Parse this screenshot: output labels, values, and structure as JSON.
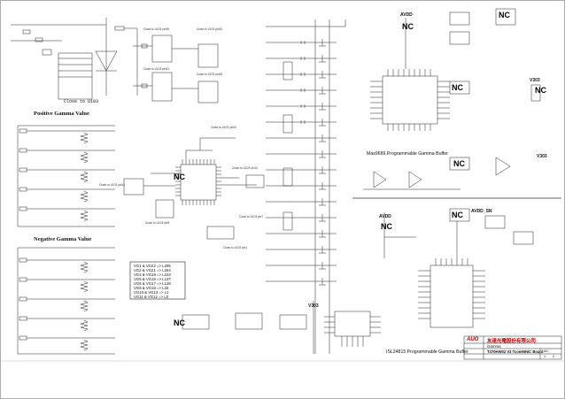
{
  "titles": {
    "positive_gamma": "Positive Gamma Value",
    "negative_gamma": "Negative Gamma Value",
    "max_buffer": "Max9689 Programmable Gamma Buffer",
    "isl_buffer": "ISL24815 Programmable Gamma Buffer"
  },
  "notes": {
    "close_u103_a": "Close  to  U103",
    "close_pin36": "Close  to  U103  pin36",
    "close_pin33": "Close  to  U103  pin33",
    "close_pin31": "Close  to  U103  pin31",
    "close_pin28": "Close  to  U103  pin28",
    "close_pin20": "Close  to  U103  pin20",
    "close_pin10": "Close  to  U103  pin10",
    "close_pin14": "Close  to  U103  pin14",
    "close_pin7": "Close  to  U103  pin7",
    "close_pin9": "Close  to  U103  pin9",
    "close_pin1": "Close  to  U103  pin1"
  },
  "voltage_map": [
    "VG1  &  VG22 => L255",
    "VG2  &  VG21 => L254",
    "VG4  &  VG19 => L223",
    "VG5  &  VG18 => L127",
    "VG6  &  VG17 => L128",
    "VG8  &  VG15 => L32",
    "VG10  &  VG13 => L1",
    "VG11  &  VG12 => L0"
  ],
  "nc_marks": [
    "NC",
    "NC",
    "NC",
    "NC",
    "NC",
    "NC",
    "NC",
    "NC",
    "NC"
  ],
  "rails": [
    "AVDD",
    "V303",
    "V303",
    "AVDD",
    "V303",
    "AVDD_SN"
  ],
  "title_block": {
    "company": "友達光電股份有限公司",
    "logo": "AUO",
    "doc_title": "Gamma",
    "board": "T370HW02 V3 TconMINIC Board",
    "sheet": "1",
    "of": "2",
    "revision": "A0"
  }
}
